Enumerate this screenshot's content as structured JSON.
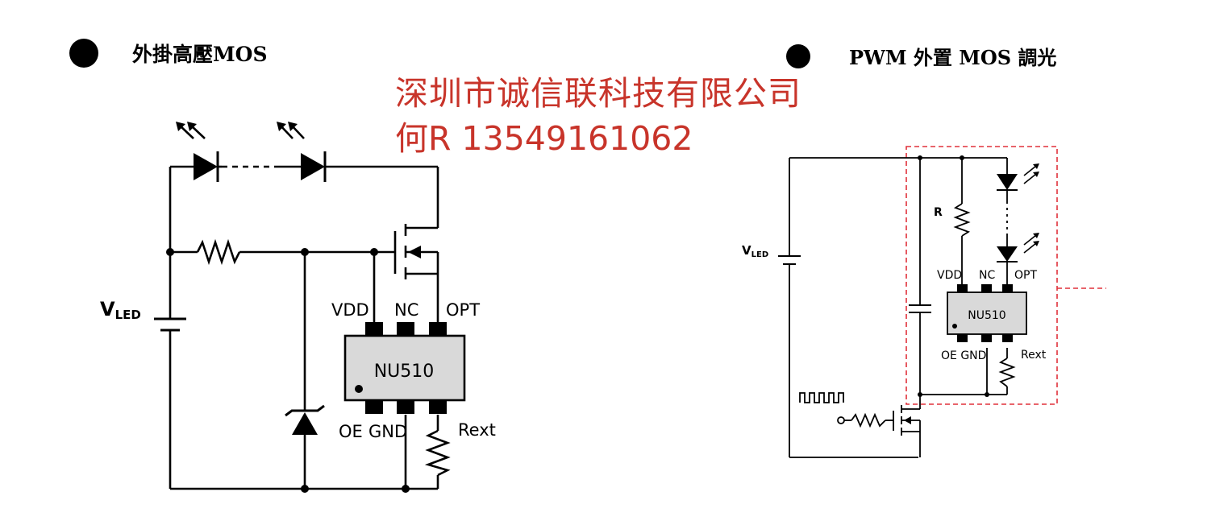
{
  "headings": {
    "left": "外掛高壓MOS",
    "right": "PWM 外置 MOS 調光"
  },
  "watermark": {
    "company": "深圳市诚信联科技有限公司",
    "contact": "何R  13549161062"
  },
  "left_circuit": {
    "vled_main": "V",
    "vled_sub": "LED",
    "chip": "NU510",
    "pins": {
      "vdd": "VDD",
      "nc": "NC",
      "opt": "OPT",
      "oe": "OE",
      "gnd": "GND",
      "rext": "Rext"
    }
  },
  "right_circuit": {
    "vled_main": "V",
    "vled_sub": "LED",
    "resistor_r": "R",
    "chip": "NU510",
    "pins": {
      "vdd": "VDD",
      "nc": "NC",
      "opt": "OPT",
      "oe_gnd": "OE GND",
      "rext": "Rext"
    },
    "highlight_color": "#e0303a"
  },
  "colors": {
    "watermark": "#c8342a",
    "ink": "#000000"
  }
}
